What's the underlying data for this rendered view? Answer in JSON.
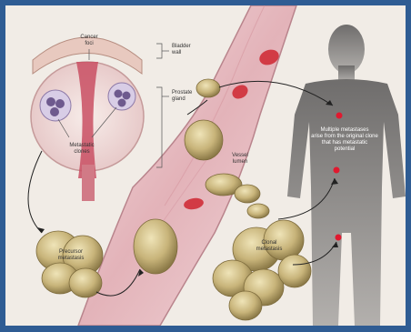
{
  "labels": {
    "cancer_foci": "Cancer\nfoci",
    "bladder_wall": "Bladder\nwall",
    "prostate_gland": "Prostate\ngland",
    "metastatic_clones": "Metastatic\nclones",
    "vessel_lumen": "Vessel\nlumen",
    "precursor_metastasis": "Precursor\nmetastasis",
    "clonal_metastasis": "Clonal\nmetastasis",
    "multiple_metastasis": "Multiple metastases\narise from the original clone\nthat has metastatic\npotential"
  },
  "colors": {
    "frame": "#2f5c93",
    "background": "#f1ece6",
    "silhouette": "#8a8886",
    "vessel": "#e7c0c4",
    "cell": "#c8b47a",
    "metastasis_dot": "#e0192f",
    "rbc": "#d23b45"
  }
}
